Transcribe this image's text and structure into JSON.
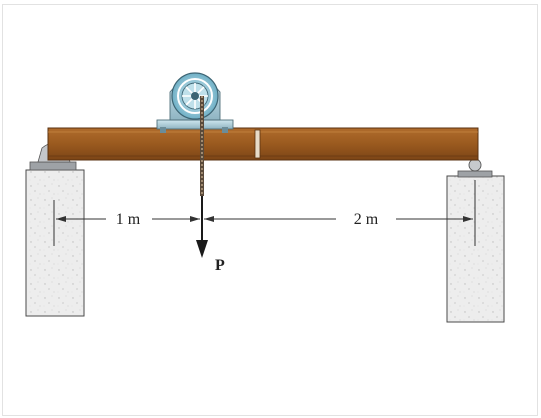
{
  "labels": {
    "left_span": "1 m",
    "right_span": "2 m",
    "load": "P"
  },
  "colors": {
    "beam": "#9a5a1f",
    "beam_dark": "#6b3a10",
    "concrete": "#ececec",
    "winch_blue": "#8fc6d8",
    "support_grey": "#b9bcc0"
  },
  "icons": {
    "winch": "winch-pulley-icon",
    "pin_support": "pin-support-icon",
    "roller_support": "roller-support-icon"
  }
}
